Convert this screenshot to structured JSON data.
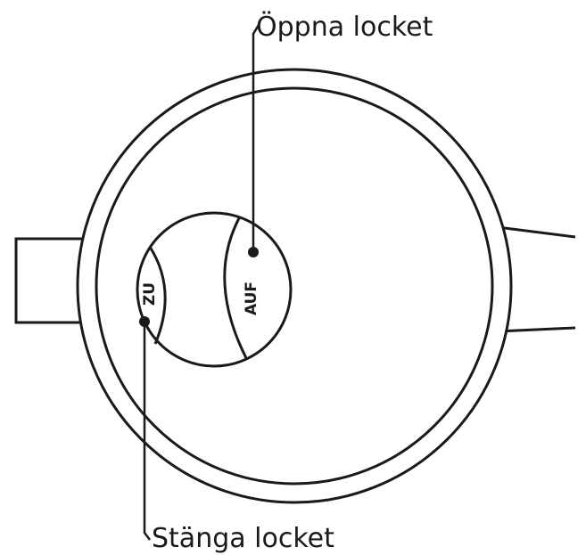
{
  "callouts": {
    "open_lid": "Öppna locket",
    "close_lid": "Stänga locket"
  },
  "dial": {
    "open_marking": "AUF",
    "close_marking": "ZU"
  },
  "colors": {
    "stroke": "#1a1a1a",
    "background": "#ffffff"
  }
}
